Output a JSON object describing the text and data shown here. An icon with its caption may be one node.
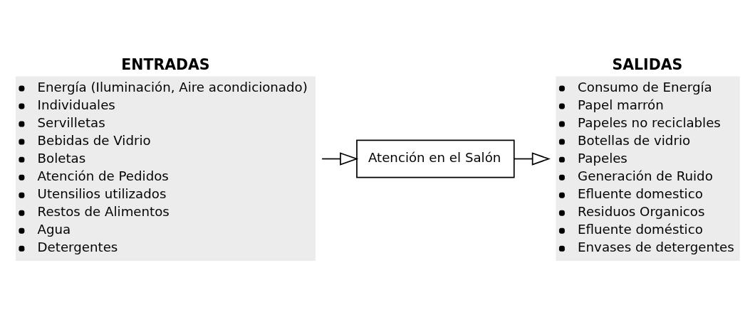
{
  "diagram": {
    "nodes": [
      {
        "text": [
          "ENTRADAS",
          "Energía (Iluminación, Aire acondicionado)",
          "Individuales",
          "Servilletas",
          "Bebidas de Vidrio",
          "Boletas",
          "Atención de Pedidos",
          "Utensilios utilizados",
          "Restos de Alimentos",
          "Agua",
          "Detergentes"
        ]
      },
      {
        "text": [
          "Atención en el Salón"
        ]
      },
      {
        "text": [
          "SALIDAS",
          "Consumo de Energía",
          "Papel marrón",
          "Papeles no reciclables",
          "Botellas de vidrio",
          "Papeles",
          "Generación de Ruido",
          "Efluente domestico",
          "Residuos Organicos",
          "Efluente doméstico",
          "Envases de detergentes"
        ]
      }
    ],
    "edges": [
      {
        "from": 0,
        "to": 1,
        "arrow": "to"
      },
      {
        "from": 1,
        "to": 2,
        "arrow": "to"
      }
    ]
  }
}
